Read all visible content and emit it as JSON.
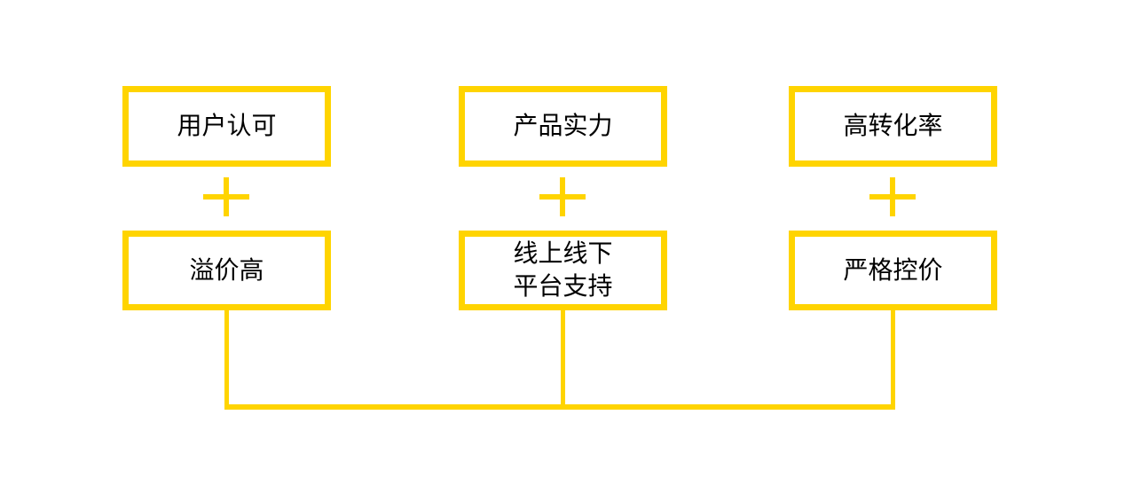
{
  "diagram": {
    "background_color": "#FFFFFF",
    "accent_color": "#FFD400",
    "text_color": "#000000",
    "operator_symbol": "+",
    "columns": [
      {
        "top": {
          "label": "用户认可"
        },
        "bottom": {
          "lines": [
            "溢价高"
          ]
        }
      },
      {
        "top": {
          "label": "产品实力"
        },
        "bottom": {
          "lines": [
            "线上线下",
            "平台支持"
          ]
        }
      },
      {
        "top": {
          "label": "高转化率"
        },
        "bottom": {
          "lines": [
            "严格控价"
          ]
        }
      }
    ]
  }
}
